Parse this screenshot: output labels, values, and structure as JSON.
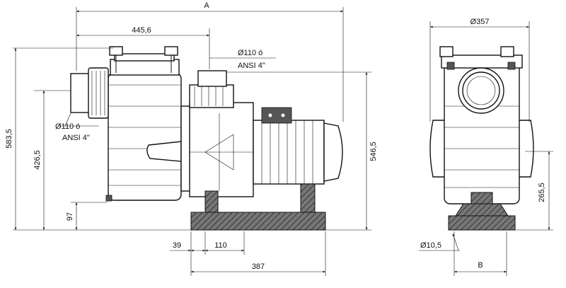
{
  "drawing": {
    "labels": {
      "overall_length": "A",
      "suction_to_center": "445,6",
      "outlet_pipe_top_line1": "Ø110 ó",
      "outlet_pipe_top_line2": "ANSI 4\"",
      "inlet_pipe_line1": "Ø110 ó",
      "inlet_pipe_line2": "ANSI 4\"",
      "total_height": "583,5",
      "inlet_height": "426,5",
      "base_height": "97",
      "outlet_height": "546,5",
      "foot_offset": "39",
      "foot_spacing": "110",
      "base_length": "387",
      "front_width": "Ø357",
      "axis_height": "265,5",
      "bolt_hole": "Ø10,5",
      "base_width": "B"
    }
  }
}
